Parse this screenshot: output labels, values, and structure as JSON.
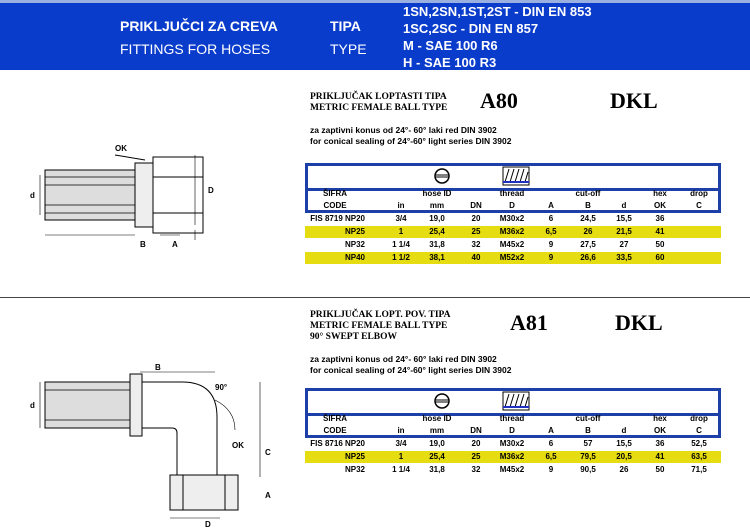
{
  "header": {
    "title_sr": "PRIKLJUČCI ZA CREVA",
    "title_en": "FITTINGS FOR HOSES",
    "type_sr": "TIPA",
    "type_en": "TYPE",
    "standards": [
      "1SN,2SN,1ST,2ST - DIN EN 853",
      "1SC,2SC - DIN EN 857",
      "M - SAE 100 R6",
      "H - SAE 100 R3"
    ]
  },
  "columns": {
    "top": [
      "ŠIFRA",
      "hose ID",
      "thread",
      "cut-off",
      "hex",
      "drop"
    ],
    "sub": [
      "CODE",
      "in",
      "mm",
      "DN",
      "D",
      "A",
      "B",
      "d",
      "OK",
      "C"
    ]
  },
  "sections": [
    {
      "name_sr": "PRIKLJUČAK LOPTASTI TIPA",
      "name_en": "METRIC FEMALE BALL TYPE",
      "name_extra": "",
      "code": "A80",
      "series": "DKL",
      "note_sr": "za zaptivni konus od 24°- 60° laki red DIN 3902",
      "note_en": "for conical sealing of 24°-60° light series DIN 3902",
      "labels": {
        "ok": "OK",
        "d": "d",
        "D": "D",
        "B": "B",
        "A": "A"
      },
      "rows": [
        [
          "FIS 8719 NP20",
          "3/4",
          "19,0",
          "20",
          "M30x2",
          "6",
          "24,5",
          "15,5",
          "36",
          ""
        ],
        [
          "NP25",
          "1",
          "25,4",
          "25",
          "M36x2",
          "6,5",
          "26",
          "21,5",
          "41",
          ""
        ],
        [
          "NP32",
          "1 1/4",
          "31,8",
          "32",
          "M45x2",
          "9",
          "27,5",
          "27",
          "50",
          ""
        ],
        [
          "NP40",
          "1 1/2",
          "38,1",
          "40",
          "M52x2",
          "9",
          "26,6",
          "33,5",
          "60",
          ""
        ]
      ]
    },
    {
      "name_sr": "PRIKLJUČAK LOPT. POV. TIPA",
      "name_en": "METRIC FEMALE BALL TYPE",
      "name_extra": "90° SWEPT ELBOW",
      "code": "A81",
      "series": "DKL",
      "note_sr": "za zaptivni konus od 24°- 60° laki red DIN 3902",
      "note_en": "for conical sealing of 24°-60° light series DIN 3902",
      "labels": {
        "ok": "OK",
        "d": "d",
        "D": "D",
        "B": "B",
        "A": "A",
        "C": "C",
        "angle": "90°"
      },
      "rows": [
        [
          "FIS 8716 NP20",
          "3/4",
          "19,0",
          "20",
          "M30x2",
          "6",
          "57",
          "15,5",
          "36",
          "52,5"
        ],
        [
          "NP25",
          "1",
          "25,4",
          "25",
          "M36x2",
          "6,5",
          "79,5",
          "20,5",
          "41",
          "63,5"
        ],
        [
          "NP32",
          "1 1/4",
          "31,8",
          "32",
          "M45x2",
          "9",
          "90,5",
          "26",
          "50",
          "71,5"
        ]
      ]
    }
  ]
}
